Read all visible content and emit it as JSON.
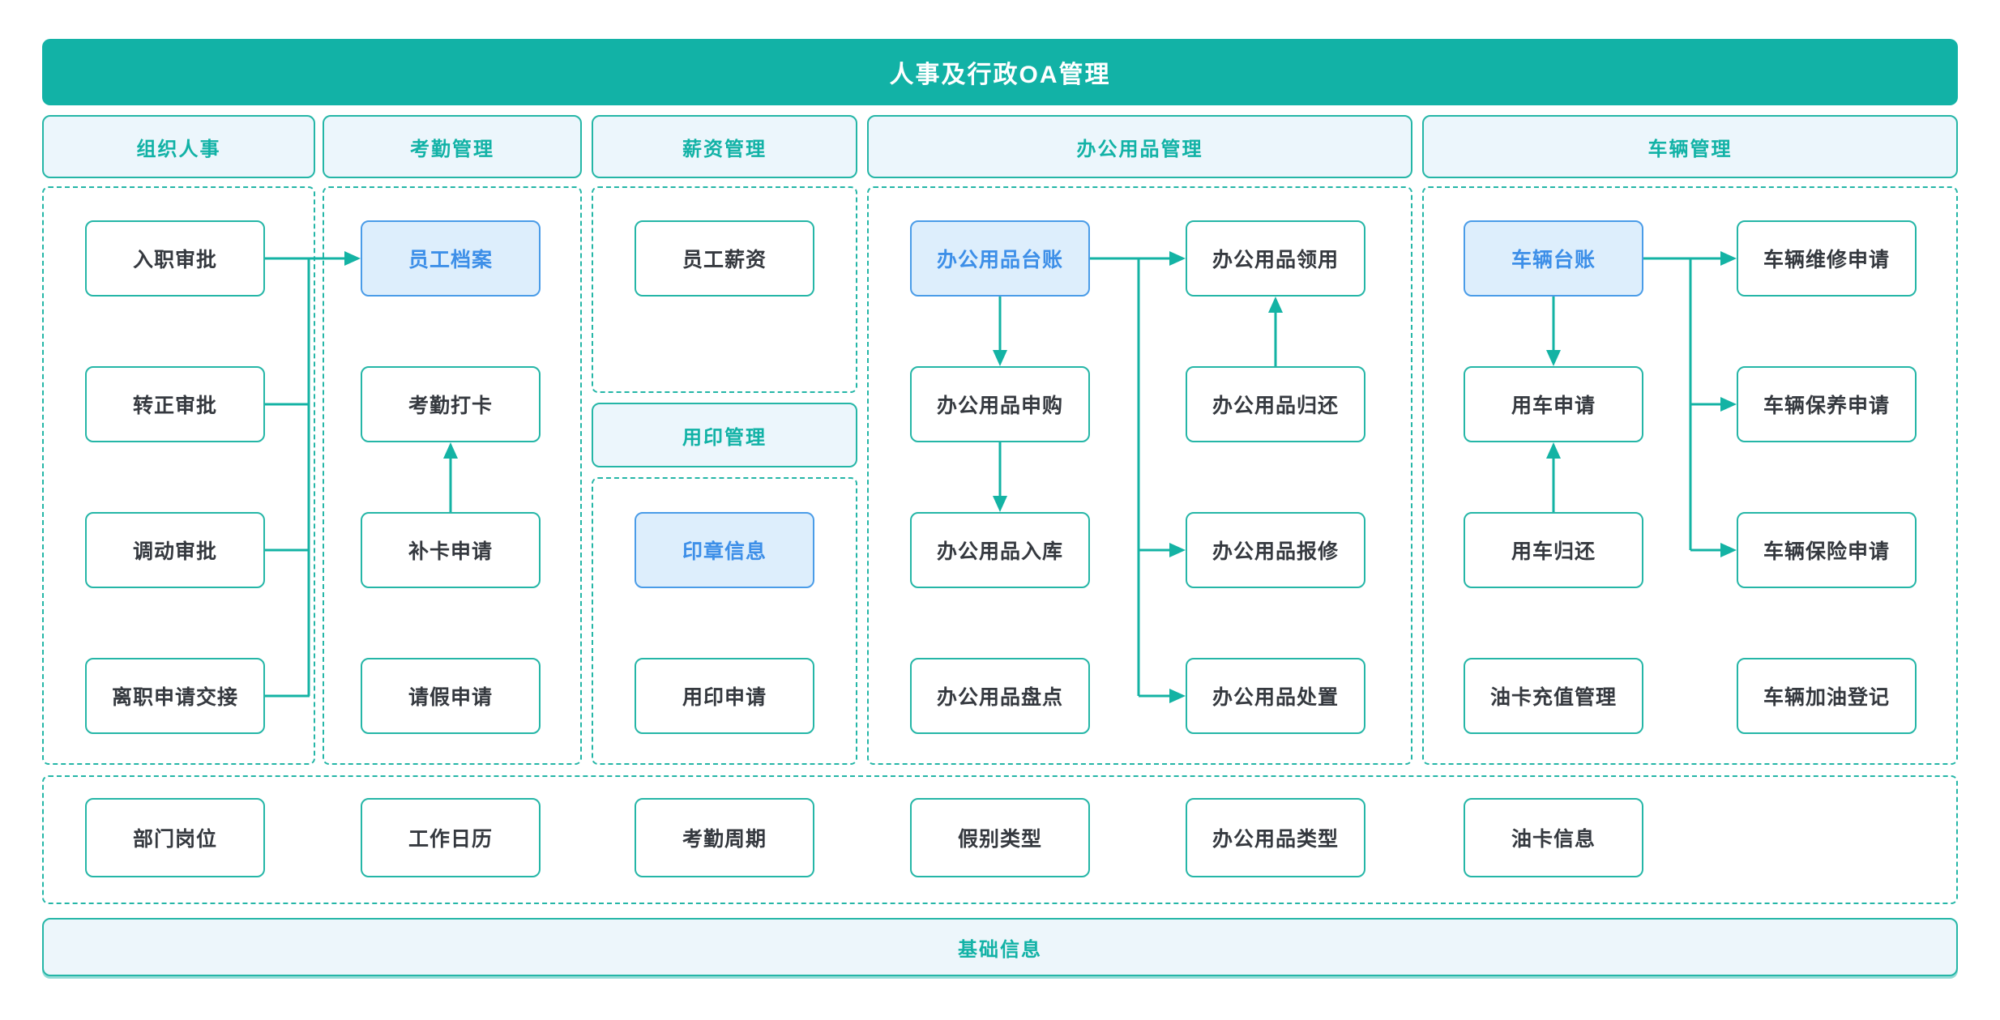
{
  "title": "人事及行政OA管理",
  "columns": [
    {
      "header": "组织人事",
      "nodes": [
        {
          "label": "入职审批"
        },
        {
          "label": "转正审批"
        },
        {
          "label": "调动审批"
        },
        {
          "label": "离职申请交接"
        }
      ]
    },
    {
      "header": "考勤管理",
      "nodes": [
        {
          "label": "员工档案",
          "highlighted": true
        },
        {
          "label": "考勤打卡"
        },
        {
          "label": "补卡申请"
        },
        {
          "label": "请假申请"
        }
      ]
    },
    {
      "header": "薪资管理",
      "subheader": "用印管理",
      "nodes": [
        {
          "label": "员工薪资"
        },
        {
          "label": "印章信息",
          "highlighted": true
        },
        {
          "label": "用印申请"
        }
      ]
    },
    {
      "header": "办公用品管理",
      "nodes": [
        {
          "label": "办公用品台账",
          "highlighted": true
        },
        {
          "label": "办公用品领用"
        },
        {
          "label": "办公用品申购"
        },
        {
          "label": "办公用品归还"
        },
        {
          "label": "办公用品入库"
        },
        {
          "label": "办公用品报修"
        },
        {
          "label": "办公用品盘点"
        },
        {
          "label": "办公用品处置"
        }
      ]
    },
    {
      "header": "车辆管理",
      "nodes": [
        {
          "label": "车辆台账",
          "highlighted": true
        },
        {
          "label": "车辆维修申请"
        },
        {
          "label": "用车申请"
        },
        {
          "label": "车辆保养申请"
        },
        {
          "label": "用车归还"
        },
        {
          "label": "车辆保险申请"
        },
        {
          "label": "油卡充值管理"
        },
        {
          "label": "车辆加油登记"
        }
      ]
    }
  ],
  "basic_info_row": [
    {
      "label": "部门岗位"
    },
    {
      "label": "工作日历"
    },
    {
      "label": "考勤周期"
    },
    {
      "label": "假别类型"
    },
    {
      "label": "办公用品类型"
    },
    {
      "label": "油卡信息"
    }
  ],
  "footer": {
    "label": "基础信息"
  },
  "edges": [
    {
      "from": "入职审批",
      "to": "员工档案"
    },
    {
      "from": "转正审批",
      "to": "员工档案"
    },
    {
      "from": "调动审批",
      "to": "员工档案"
    },
    {
      "from": "离职申请交接",
      "to": "员工档案"
    },
    {
      "from": "补卡申请",
      "to": "考勤打卡"
    },
    {
      "from": "办公用品台账",
      "to": "办公用品领用"
    },
    {
      "from": "办公用品台账",
      "to": "办公用品申购"
    },
    {
      "from": "办公用品申购",
      "to": "办公用品入库"
    },
    {
      "from": "办公用品归还",
      "to": "办公用品领用"
    },
    {
      "from": "办公用品台账",
      "to": "办公用品报修"
    },
    {
      "from": "办公用品台账",
      "to": "办公用品处置"
    },
    {
      "from": "车辆台账",
      "to": "车辆维修申请"
    },
    {
      "from": "车辆台账",
      "to": "用车申请"
    },
    {
      "from": "车辆台账",
      "to": "车辆保养申请"
    },
    {
      "from": "车辆台账",
      "to": "车辆保险申请"
    },
    {
      "from": "用车归还",
      "to": "用车申请"
    }
  ],
  "colors": {
    "teal": "#12b2a6",
    "teal_border": "#25b6a7",
    "light_blue": "#ecf6fc",
    "node_text": "#35393f",
    "highlight_fill": "#ddeefc",
    "highlight_border": "#4a9ce8",
    "highlight_text": "#3d8fe8",
    "arrow": "#14b3a4"
  }
}
